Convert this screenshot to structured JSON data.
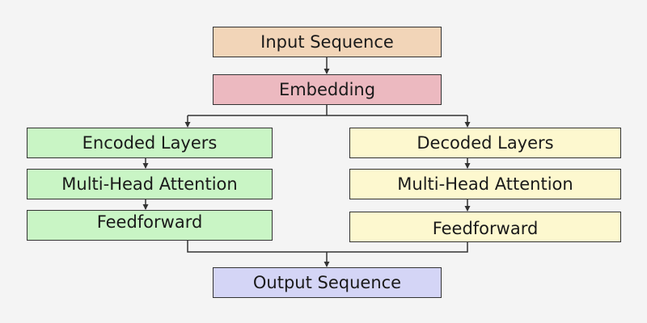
{
  "nodes": {
    "input": {
      "label": "Input Sequence",
      "color": "#f2d5b8"
    },
    "embed": {
      "label": "Embedding",
      "color": "#ecb9c0"
    },
    "enc": {
      "label": "Encoded Layers",
      "color": "#c9f5c5"
    },
    "enc_mha": {
      "label": "Multi-Head Attention",
      "color": "#c9f5c5"
    },
    "enc_ff": {
      "label": "Feedforward",
      "color": "#c9f5c5"
    },
    "dec": {
      "label": "Decoded Layers",
      "color": "#fdf8cf"
    },
    "dec_mha": {
      "label": "Multi-Head Attention",
      "color": "#fdf8cf"
    },
    "dec_ff": {
      "label": "Feedforward",
      "color": "#fdf8cf"
    },
    "output": {
      "label": "Output Sequence",
      "color": "#d4d5f6"
    }
  },
  "edges": [
    [
      "input",
      "embed"
    ],
    [
      "embed",
      "enc"
    ],
    [
      "embed",
      "dec"
    ],
    [
      "enc",
      "enc_mha"
    ],
    [
      "enc_mha",
      "enc_ff"
    ],
    [
      "dec",
      "dec_mha"
    ],
    [
      "dec_mha",
      "dec_ff"
    ],
    [
      "enc_ff",
      "output"
    ],
    [
      "dec_ff",
      "output"
    ]
  ],
  "colors": {
    "line": "#333333"
  }
}
